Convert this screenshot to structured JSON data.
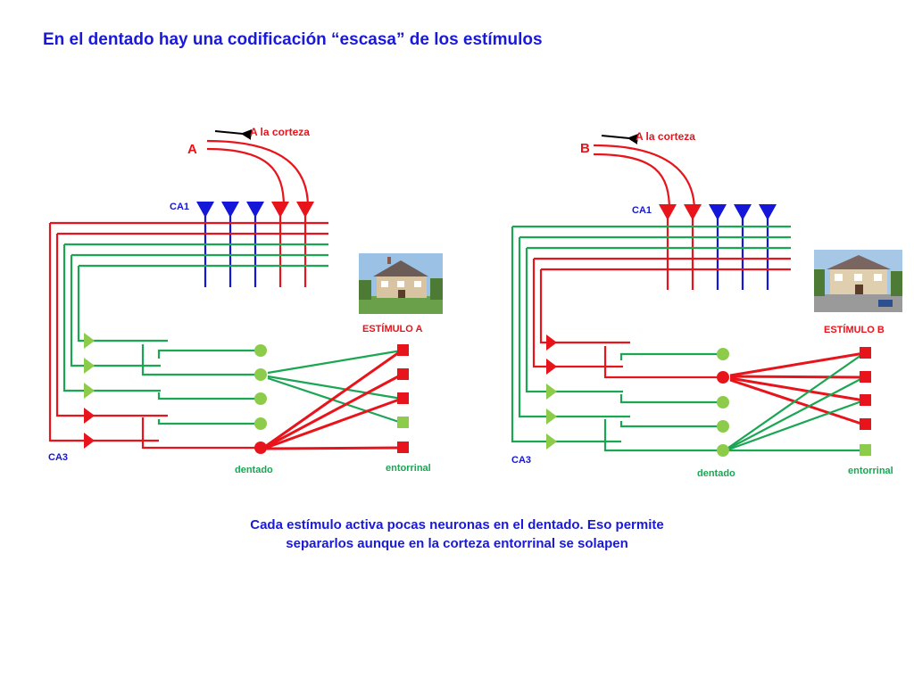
{
  "title": "En el dentado hay una codificación “escasa” de los estímulos",
  "colors": {
    "red": "#e8141b",
    "blue": "#1416d8",
    "green": "#1aa653",
    "light_green": "#8ccc4a",
    "title": "#1a1ad6"
  },
  "panels": [
    {
      "letter": "A",
      "cortex_label": "A la corteza",
      "ca1_label": "CA1",
      "ca3_label": "CA3",
      "dentate_label": "dentado",
      "entorhinal_label": "entorrinal",
      "stimulus_label": "ESTÍMULO A",
      "house_icon": "house-photo",
      "ca1_neurons": [
        "blue",
        "blue",
        "blue",
        "red",
        "red"
      ],
      "ca3_neurons": [
        "light_green",
        "light_green",
        "light_green",
        "red",
        "red"
      ],
      "dentate_neurons": [
        "light_green",
        "light_green",
        "light_green",
        "light_green",
        "red"
      ],
      "entorhinal_neurons": [
        "red",
        "red",
        "red",
        "light_green",
        "red"
      ]
    },
    {
      "letter": "B",
      "cortex_label": "A la corteza",
      "ca1_label": "CA1",
      "ca3_label": "CA3",
      "dentate_label": "dentado",
      "entorhinal_label": "entorrinal",
      "stimulus_label": "ESTÍMULO B",
      "house_icon": "house-photo",
      "ca1_neurons": [
        "red",
        "red",
        "blue",
        "blue",
        "blue"
      ],
      "ca3_neurons": [
        "red",
        "red",
        "light_green",
        "light_green",
        "light_green"
      ],
      "dentate_neurons": [
        "light_green",
        "red",
        "light_green",
        "light_green",
        "light_green"
      ],
      "entorhinal_neurons": [
        "red",
        "red",
        "red",
        "red",
        "light_green"
      ]
    }
  ],
  "caption": {
    "line1": "Cada estímulo activa pocas neuronas en el dentado. Eso permite",
    "line2": "separarlos aunque en la corteza entorrinal se solapen"
  }
}
